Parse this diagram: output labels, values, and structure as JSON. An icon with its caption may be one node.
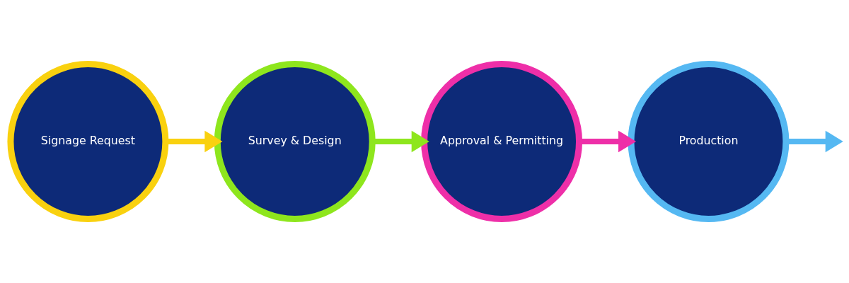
{
  "diagram": {
    "nodes": [
      {
        "text": [
          "Signage Request"
        ]
      },
      {
        "text": [
          "Survey & Design"
        ]
      },
      {
        "text": [
          "Approval & Permitting"
        ]
      },
      {
        "text": [
          "Production"
        ]
      }
    ],
    "edges": [
      {
        "from": 0,
        "to": 1,
        "arrow": "to",
        "color": "#f9d10f"
      },
      {
        "from": 1,
        "to": 2,
        "arrow": "to",
        "color": "#8ee61d"
      },
      {
        "from": 2,
        "to": 3,
        "arrow": "to",
        "color": "#ee2fa8"
      },
      {
        "from": 3,
        "to": null,
        "arrow": "to",
        "color": "#55b8f2"
      }
    ]
  }
}
